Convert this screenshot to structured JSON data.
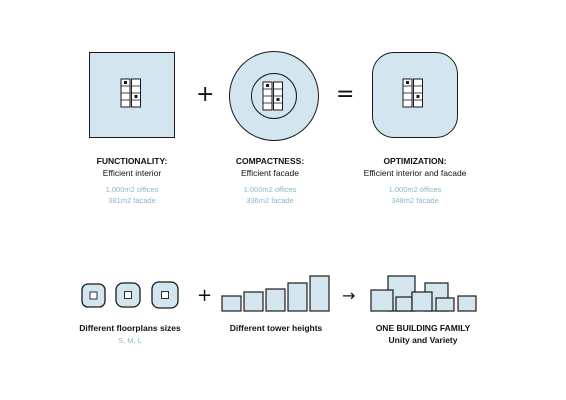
{
  "top": {
    "operators": {
      "plus": "+",
      "equals": "="
    },
    "items": [
      {
        "title": "FUNCTIONALITY:",
        "subtitle": "Efficient interior",
        "metric1": "1.000m2 offices",
        "metric2": "381m2 facade"
      },
      {
        "title": "COMPACTNESS:",
        "subtitle": "Efficient facade",
        "metric1": "1.000m2 offices",
        "metric2": "336m2 facade"
      },
      {
        "title": "OPTIMIZATION:",
        "subtitle": "Efficient interior and facade",
        "metric1": "1.000m2 offices",
        "metric2": "348m2 facade"
      }
    ]
  },
  "bottom": {
    "operators": {
      "plus": "+",
      "arrow": "→"
    },
    "items": [
      {
        "title": "Different floorplans sizes",
        "metric": "S, M, L"
      },
      {
        "title": "Different tower heights"
      },
      {
        "title": "ONE BUILDING FAMILY",
        "subtitle": "Unity and Variety"
      }
    ]
  },
  "colors": {
    "fill": "#d3e6ef",
    "stroke": "#1a1a1a",
    "accent_text": "#8cb6cc"
  }
}
